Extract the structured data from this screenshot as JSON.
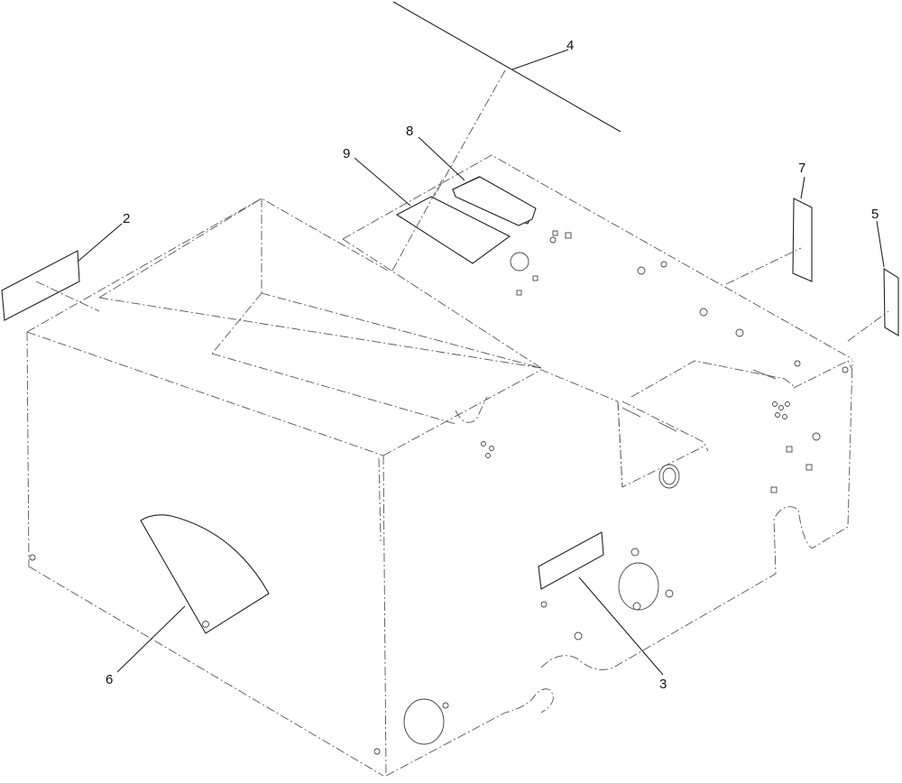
{
  "callouts": {
    "c2": "2",
    "c3": "3",
    "c4": "4",
    "c5": "5",
    "c6": "6",
    "c7": "7",
    "c8": "8",
    "c9": "9"
  },
  "colors": {
    "line": "#222222",
    "phantom": "#555555",
    "background": "#ffffff"
  }
}
